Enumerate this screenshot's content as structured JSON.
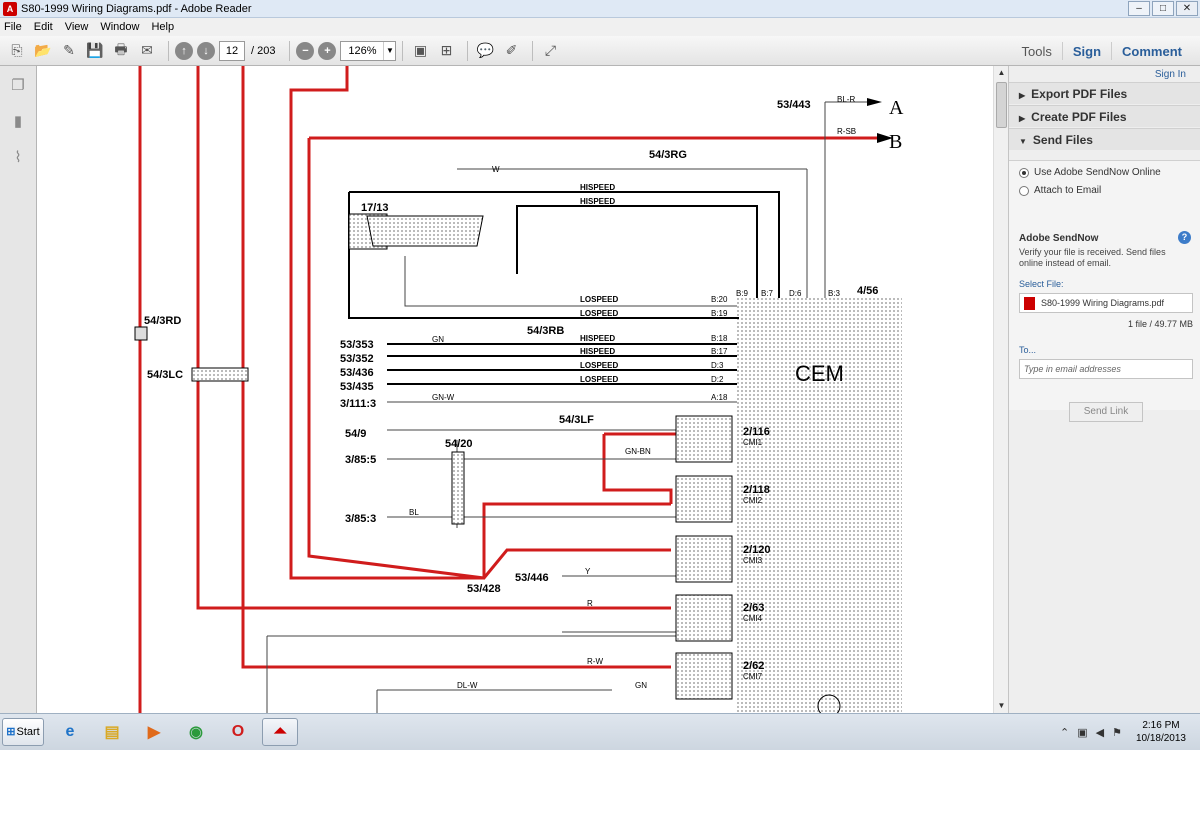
{
  "window": {
    "title": "S80-1999 Wiring Diagrams.pdf - Adobe Reader",
    "controls": {
      "minimize": "–",
      "maximize": "□",
      "close": "✕"
    }
  },
  "menubar": [
    "File",
    "Edit",
    "View",
    "Window",
    "Help"
  ],
  "toolbar": {
    "page_current": "12",
    "page_total": "/ 203",
    "zoom": "126%",
    "tools_label": "Tools",
    "sign_label": "Sign",
    "comment_label": "Comment"
  },
  "right_panel": {
    "sign_in": "Sign In",
    "sections": [
      "Export PDF Files",
      "Create PDF Files",
      "Send Files"
    ],
    "send_options": [
      "Use Adobe SendNow Online",
      "Attach to Email"
    ],
    "sendnow_title": "Adobe SendNow",
    "sendnow_desc": "Verify your file is received. Send files online instead of email.",
    "select_file_label": "Select File:",
    "file_name": "S80-1999 Wiring Diagrams.pdf",
    "file_meta": "1 file / 49.77 MB",
    "to_label": "To...",
    "to_placeholder": "Type in email addresses",
    "send_link": "Send Link"
  },
  "diagram": {
    "top_connectors": [
      "53/443",
      "A",
      "B",
      "54/3RG",
      "17/13",
      "4/56",
      "CEM"
    ],
    "wire_colors": [
      "BL-R",
      "R-SB",
      "W",
      "GN",
      "R",
      "R-W",
      "GN-W",
      "GN-BN",
      "BL",
      "Y",
      "DL-W",
      "GN"
    ],
    "left_labels": [
      "54/3RD",
      "54/3LC",
      "53/353",
      "53/352",
      "53/436",
      "53/435",
      "3/111:3",
      "54/9",
      "54/20",
      "3/85:5",
      "3/85:3",
      "53/428",
      "53/446",
      "54/3RB",
      "54/3LF"
    ],
    "signals": [
      "HISPEED",
      "HISPEED",
      "LOSPEED",
      "LOSPEED",
      "HISPEED",
      "HISPEED",
      "LOSPEED",
      "LOSPEED"
    ],
    "pin_refs": [
      "B:9",
      "B:7",
      "D:6",
      "B:3",
      "B:20",
      "B:19",
      "B:18",
      "B:17",
      "D:3",
      "D:2",
      "A:18"
    ],
    "relays": [
      {
        "id": "2/116",
        "code": "CMI1"
      },
      {
        "id": "2/118",
        "code": "CMI2"
      },
      {
        "id": "2/120",
        "code": "CMI3"
      },
      {
        "id": "2/63",
        "code": "CMI4"
      },
      {
        "id": "2/62",
        "code": "CMI7"
      }
    ]
  },
  "taskbar": {
    "start": "Start",
    "time": "2:16 PM",
    "date": "10/18/2013"
  }
}
